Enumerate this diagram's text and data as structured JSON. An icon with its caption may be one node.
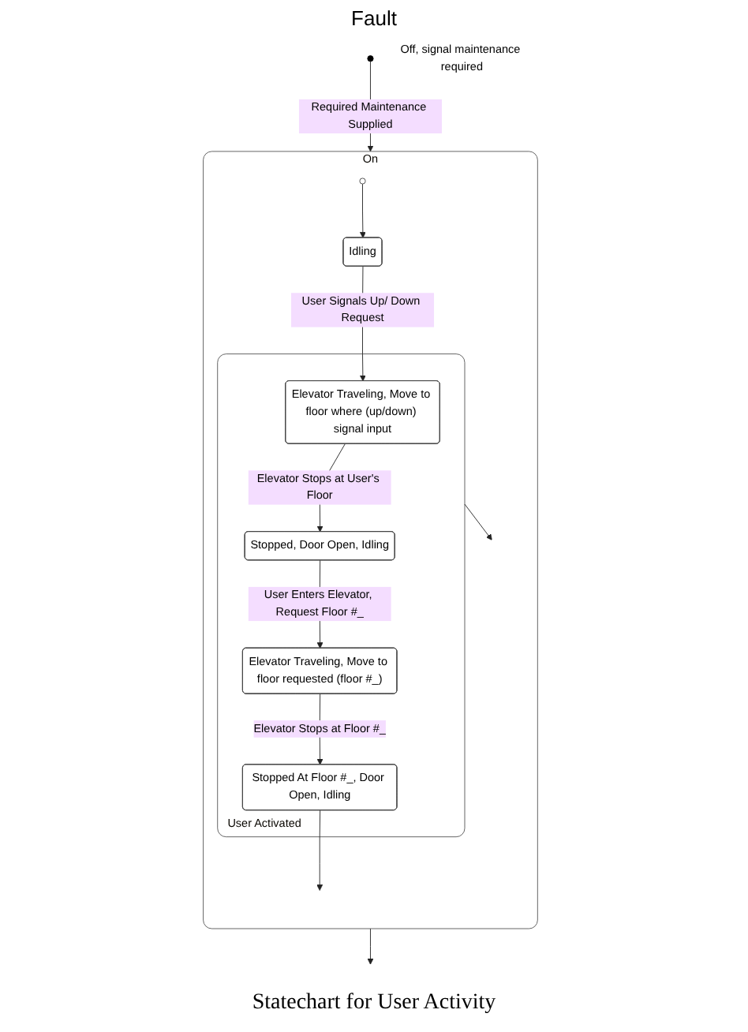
{
  "diagram": {
    "caption": "Statechart for User Activity",
    "nodes": [
      {
        "text": [],
        "shape": "circle",
        "beside": [
          "Off, signal maintenance required"
        ]
      },
      {
        "text": [
          "On"
        ]
      },
      {
        "text": [],
        "shape": "circle",
        "in": 1
      },
      {
        "text": [
          "Idling"
        ],
        "in": 1
      },
      {
        "text": [
          "User Activated"
        ],
        "in": 1
      },
      {
        "text": [
          "Elevator Traveling, Move to floor where (up/down) signal input"
        ],
        "in": 4
      },
      {
        "text": [
          "Stopped, Door Open, Idling"
        ],
        "in": 4
      },
      {
        "text": [
          "Elevator Traveling, Move to floor requested (floor #_)"
        ],
        "in": 4
      },
      {
        "text": [
          "Stopped At Floor #_, Door Open, Idling"
        ],
        "in": 4
      }
    ],
    "edges": [
      {
        "from": 0,
        "to": 1,
        "arrow": "to",
        "label": "Required Maintenance Supplied"
      },
      {
        "from": 2,
        "to": 3,
        "arrow": "to"
      },
      {
        "from": 3,
        "to": 5,
        "arrow": "to",
        "label": "User Signals Up/ Down Request"
      },
      {
        "from": 5,
        "to": 6,
        "arrow": "to",
        "label": "Elevator Stops at User's Floor"
      },
      {
        "from": 6,
        "to": 7,
        "arrow": "to",
        "label": "User Enters Elevator, Request Floor #_"
      },
      {
        "from": 7,
        "to": 8,
        "arrow": "to",
        "label": "Elevator Stops at Floor #_"
      },
      {
        "from": 8,
        "to": null,
        "arrow": "to"
      },
      {
        "from": 1,
        "to": null,
        "arrow": "to"
      },
      {
        "from": 4,
        "to": null,
        "arrow": "to"
      }
    ],
    "labels": [
      "Fault"
    ]
  }
}
